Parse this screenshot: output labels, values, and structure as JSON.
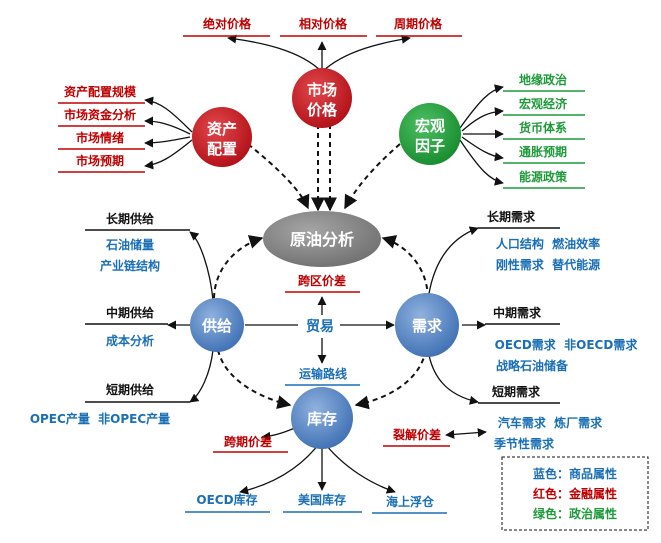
{
  "colors": {
    "blue": "#1a6fb5",
    "red": "#c00000",
    "green": "#1f9a3a",
    "black": "#111111",
    "blue_circle": "#4f7fbf",
    "red_circle": "#c0161c",
    "green_circle": "#23a03c",
    "gray_circle": "#7f7f7f"
  },
  "center": {
    "label": "原油分析"
  },
  "market": {
    "circle": [
      "市场",
      "价格"
    ],
    "items": [
      "绝对价格",
      "相对价格",
      "周期价格"
    ]
  },
  "asset": {
    "circle": [
      "资产",
      "配置"
    ],
    "items": [
      "资产配置规模",
      "市场资金分析",
      "市场情绪",
      "市场预期"
    ]
  },
  "macro": {
    "circle": [
      "宏观",
      "因子"
    ],
    "items": [
      "地缘政治",
      "宏观经济",
      "货币体系",
      "通胀预期",
      "能源政策"
    ]
  },
  "supply": {
    "circle": "供给",
    "long": {
      "title": "长期供给",
      "lines": [
        "石油储量",
        "产业链结构"
      ]
    },
    "mid": {
      "title": "中期供给",
      "lines": [
        "成本分析"
      ]
    },
    "short": {
      "title": "短期供给",
      "lines": [
        "OPEC产量  非OPEC产量"
      ]
    }
  },
  "demand": {
    "circle": "需求",
    "long": {
      "title": "长期需求",
      "lines": [
        "人口结构  燃油效率",
        "刚性需求  替代能源"
      ]
    },
    "mid": {
      "title": "中期需求",
      "lines": [
        "OECD需求  非OECD需求",
        "战略石油储备"
      ]
    },
    "short": {
      "title": "短期需求",
      "lines": [
        "汽车需求  炼厂需求",
        "季节性需求"
      ]
    }
  },
  "inventory": {
    "circle": "库存",
    "items": [
      "OECD库存",
      "美国库存",
      "海上浮仓"
    ]
  },
  "trade": {
    "label": "贸易",
    "cross_region": "跨区价差",
    "transport": "运输路线"
  },
  "spreads": {
    "intertemporal": "跨期价差",
    "crack": "裂解价差"
  },
  "legend": {
    "blue": "蓝色：商品属性",
    "red": "红色：金融属性",
    "green": "绿色：政治属性"
  }
}
